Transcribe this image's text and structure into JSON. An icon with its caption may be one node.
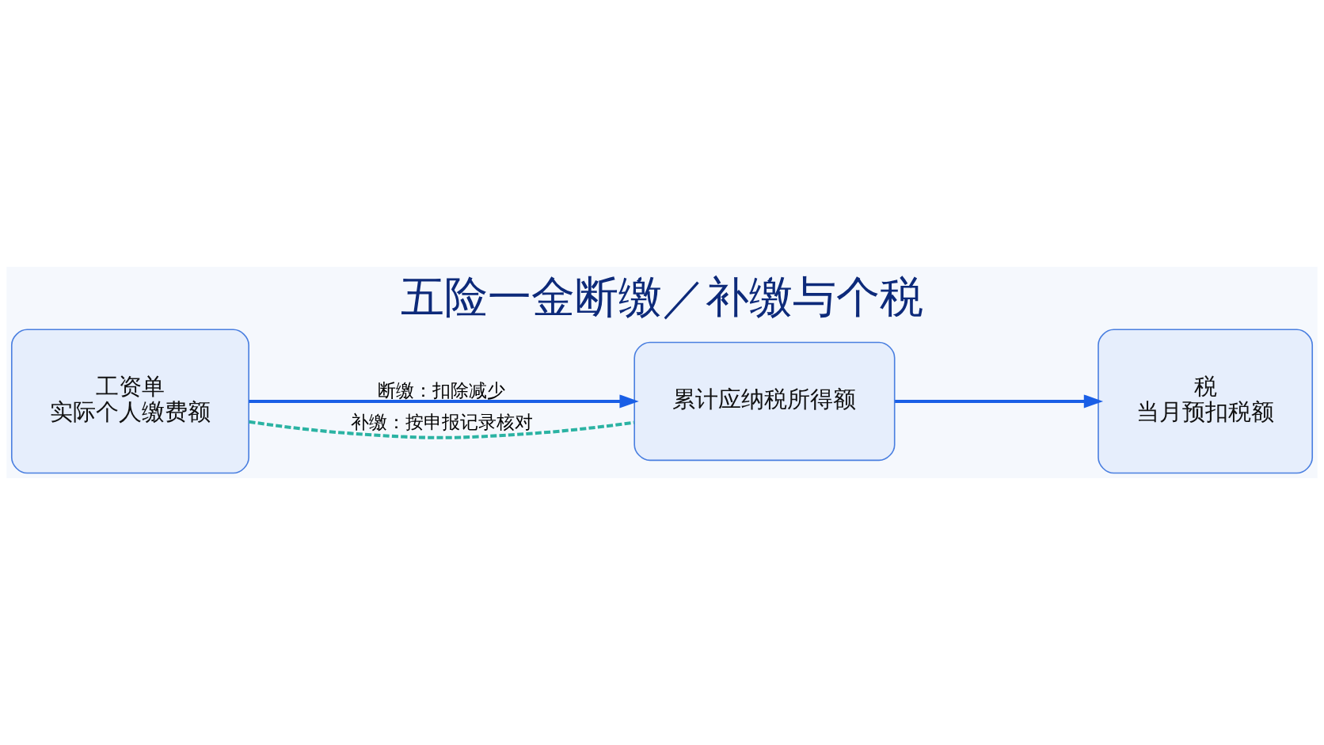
{
  "diagram": {
    "title": "五险一金断缴／补缴与个税",
    "nodes": [
      {
        "text": [
          "工资单",
          "实际个人缴费额"
        ]
      },
      {
        "text": [
          "累计应纳税所得额"
        ]
      },
      {
        "text": [
          "税",
          "当月预扣税额"
        ]
      }
    ],
    "edges": [
      {
        "from": 0,
        "to": 1,
        "arrow": "to",
        "label": "断缴：扣除减少"
      },
      {
        "from": 0,
        "to": 1,
        "arrow": "none",
        "label": "补缴：按申报记录核对",
        "style": "dashed",
        "color": "#2bb3a3"
      },
      {
        "from": 1,
        "to": 2,
        "arrow": "to"
      }
    ]
  }
}
